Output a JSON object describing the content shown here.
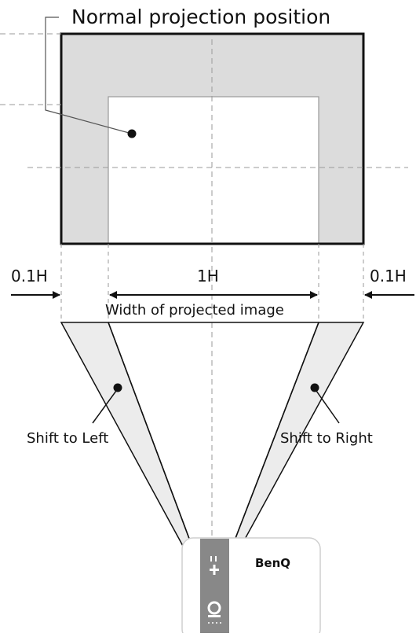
{
  "labels": {
    "normal_position": "Normal projection position",
    "left_offset": "0.1H",
    "center_width": "1H",
    "right_offset": "0.1H",
    "width_caption": "Width of projected image",
    "shift_left": "Shift to Left",
    "shift_right": "Shift to Right"
  },
  "projector": {
    "brand": "BenQ"
  },
  "colors": {
    "screen_fill": "#dcdcdc",
    "image_fill": "#ffffff",
    "beam_fill": "#ececec",
    "line": "#111111",
    "guide": "#9a9a9a"
  }
}
